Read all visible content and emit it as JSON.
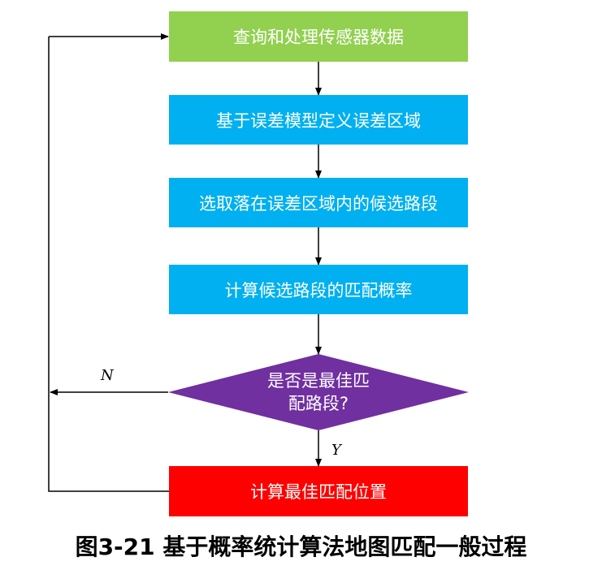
{
  "colors": {
    "green": "#92d050",
    "blue": "#00b0f0",
    "purple": "#7030a0",
    "red": "#ff0000",
    "line": "#000000"
  },
  "nodes": {
    "step1": "查询和处理传感器数据",
    "step2": "基于误差模型定义误差区域",
    "step3": "选取落在误差区域内的候选路段",
    "step4": "计算候选路段的匹配概率",
    "decision_line1": "是否是最佳匹",
    "decision_line2": "配路段?",
    "step5": "计算最佳匹配位置"
  },
  "edges": {
    "no_label": "N",
    "yes_label": "Y"
  },
  "caption": "图3-21 基于概率统计算法地图匹配一般过程"
}
